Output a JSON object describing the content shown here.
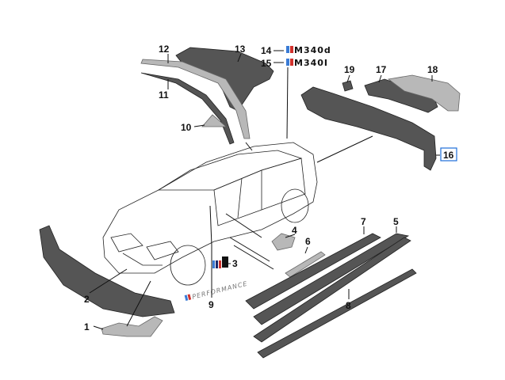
{
  "diagram": {
    "callouts": {
      "p1": "1",
      "p2": "2",
      "p3": "3",
      "p4": "4",
      "p5": "5",
      "p6": "6",
      "p7": "7",
      "p8": "8",
      "p9": "9",
      "p10": "10",
      "p11": "11",
      "p12": "12",
      "p13": "13",
      "p14": "14",
      "p15": "15",
      "p16": "16",
      "p17": "17",
      "p18": "18",
      "p19": "19"
    },
    "badges": {
      "m340d": "M340d",
      "m340i": "M340I",
      "performance": "PERFORMANCE"
    },
    "colors": {
      "highlight_box": "#1e6fd9",
      "m_blue": "#3a7bd5",
      "m_navy": "#1b2a6b",
      "m_red": "#d0312d"
    }
  }
}
